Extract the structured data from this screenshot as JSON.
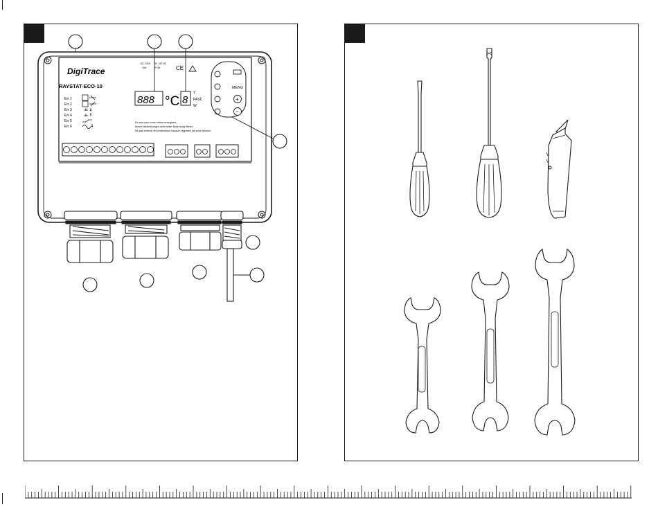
{
  "device": {
    "brand": "DigiTrace",
    "model": "RAYSTAT-ECO-10",
    "rating_left_1": "AC 230V",
    "rating_left_2": "10A",
    "rating_right_1": "50 - 60 HZ",
    "rating_right_2": "IP 65",
    "ce_mark": "CE",
    "display_digits": "888",
    "display_unit": "°C",
    "display_single": "8",
    "mode_labels": [
      "T",
      "PASC",
      "W"
    ],
    "menu_label": "MENU",
    "plus": "+",
    "minus": "−",
    "errors": [
      {
        "label": "Err 1"
      },
      {
        "label": "Err 2"
      },
      {
        "label": "Err 3"
      },
      {
        "label": "Err 4"
      },
      {
        "label": "Err 5"
      },
      {
        "label": "Err 6"
      }
    ],
    "warning_lines": [
      "Do not open cover when energized.",
      "Innere Abdeckungen nicht unter Spannung öffnen.",
      "Ne pas enlever les protections lorsque l'appareil est sous tension."
    ]
  },
  "icons": {
    "left_badge": "section-badge",
    "right_badge": "section-badge",
    "tools": [
      "flat-screwdriver-icon",
      "phillips-screwdriver-icon",
      "utility-knife-icon",
      "open-end-wrench-small-icon",
      "open-end-wrench-medium-icon",
      "open-end-wrench-large-icon"
    ]
  },
  "colors": {
    "ink": "#1a1a1a",
    "paper": "#ffffff",
    "gland_band": "#1a1a1a"
  }
}
